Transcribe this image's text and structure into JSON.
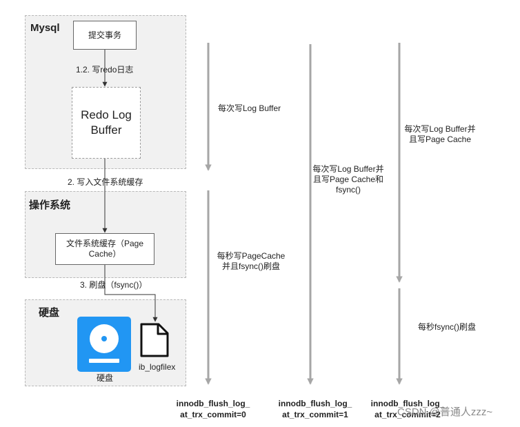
{
  "mysql": {
    "title": "Mysql",
    "commit_box": "提交事务",
    "redo_box": "Redo Log Buffer"
  },
  "step1": "1.2. 写redo日志",
  "step2": "2. 写入文件系统缓存",
  "os": {
    "title": "操作系统",
    "cache_box": "文件系统缓存（Page Cache）"
  },
  "step3": "3. 刷盘（fsync()）",
  "disk": {
    "title": "硬盘",
    "icon_label": "硬盘",
    "file_label": "ib_logfilex"
  },
  "col0": {
    "top": "每次写Log Buffer",
    "bottom_l1": "每秒写PageCache",
    "bottom_l2": "并且fsync()刷盘",
    "caption_l1": "innodb_flush_log_",
    "caption_l2": "at_trx_commit=0"
  },
  "col1": {
    "l1": "每次写Log Buffer并",
    "l2": "且写Page Cache和",
    "l3": "fsync()",
    "caption_l1": "innodb_flush_log_",
    "caption_l2": "at_trx_commit=1"
  },
  "col2": {
    "top_l1": "每次写Log Buffer并",
    "top_l2": "且写Page Cache",
    "bottom": "每秒fsync()刷盘",
    "caption_l1": "innodb_flush_log_",
    "caption_l2": "at_trx_commit=2"
  },
  "watermark": "CSDN @普通人zzz~",
  "colors": {
    "region_bg": "#f1f1f1",
    "arrow_gray": "#a6a6a6",
    "disk_blue": "#2196f3"
  }
}
